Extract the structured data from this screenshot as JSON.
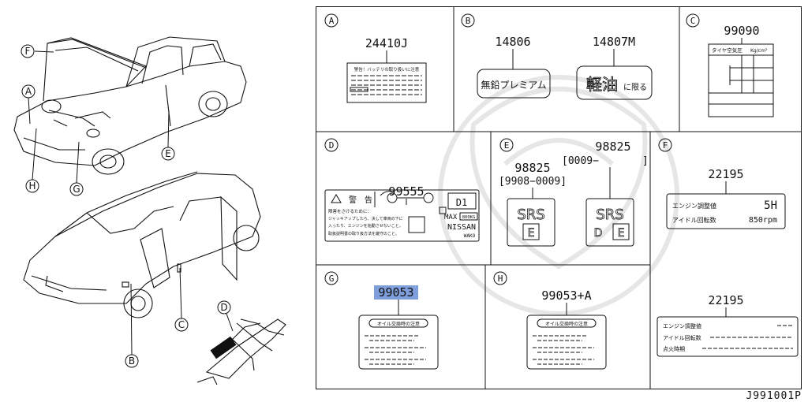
{
  "callouts_left": {
    "F": "F",
    "A": "A",
    "H": "H",
    "G": "G",
    "E": "E",
    "B": "B",
    "C": "C",
    "D": "D"
  },
  "panels": {
    "A": {
      "letter": "A",
      "part": "24410J",
      "label_title": "警告！バッテリの取り扱いに注意"
    },
    "B": {
      "letter": "B",
      "part1": "14806",
      "part2": "14807M",
      "label1": "無鉛プレミアム",
      "label2_big": "軽油",
      "label2_small": "に限る"
    },
    "C": {
      "letter": "C",
      "part": "99090",
      "label_title": "タイヤ空気圧",
      "unit": "Kg/cm²"
    },
    "D": {
      "letter": "D",
      "part": "99555",
      "warn": "警　告",
      "line1": "障害をさけるために：",
      "line2": "ジャッキアップしたら、決して車両の下に",
      "line3": "入ったり、エンジンを始動させないこと。",
      "line4": "取扱説明書の取り扱方法を厳守のこと。",
      "d1": "D1",
      "max": "MAX",
      "kg": "800KG",
      "brand": "NISSAN",
      "wako": "WAKO"
    },
    "E": {
      "letter": "E",
      "part1": "98825",
      "range1": "[9908−0009]",
      "part2": "98825",
      "range2": "[0009−",
      "range2_end": "]",
      "srs": "SRS",
      "e": "E",
      "d": "D"
    },
    "F": {
      "letter": "F",
      "part1": "22195",
      "engine": "エンジン調整値",
      "val5h": "5H",
      "idle": "アイドル回転数",
      "rpm": "850rpm",
      "part2": "22195",
      "engine2": "エンジン調整値",
      "idle2": "アイドル回転数",
      "ign": "点火時期"
    },
    "G": {
      "letter": "G",
      "part": "99053",
      "label_title": "オイル交換時の注意"
    },
    "H": {
      "letter": "H",
      "part": "99053+A",
      "label_title": "オイル交換時の注意"
    }
  },
  "footer_code": "J991001P",
  "colors": {
    "highlight": "#7f9fdc",
    "line": "#111111",
    "watermark": "#e4e4e4"
  }
}
